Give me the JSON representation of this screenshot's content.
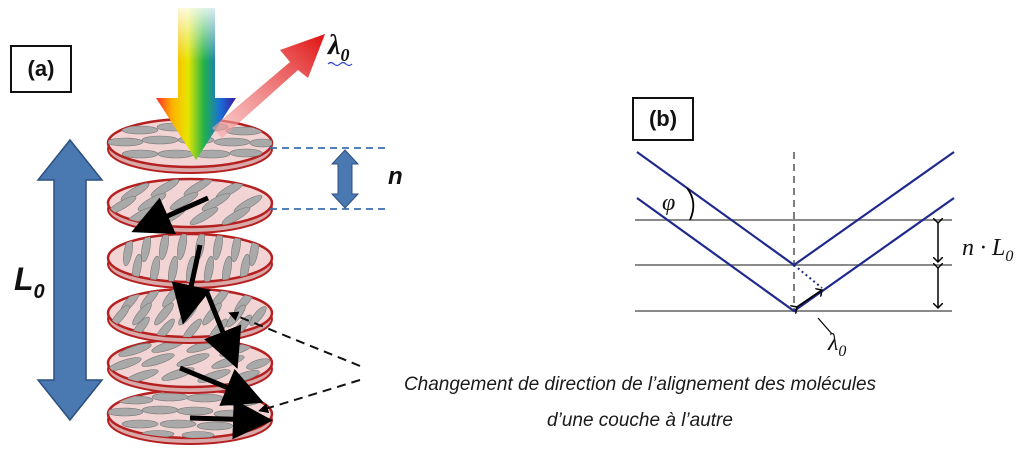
{
  "panel_a": {
    "label": "(a)",
    "lambda_label": "λ",
    "lambda_subscript": "0",
    "n_label": "n",
    "L_label": "L",
    "L_subscript": "0",
    "caption_line1": "Changement de direction de l’alignement des molécules",
    "caption_line2": "d’une couche à l’autre"
  },
  "panel_b": {
    "label": "(b)",
    "phi_label": "φ",
    "nL_label": "n · L",
    "nL_subscript": "0",
    "lambda_label": "λ",
    "lambda_subscript": "0"
  },
  "colors": {
    "disk_fill": "#f2d4d4",
    "disk_edge": "#b52020",
    "molecule": "#a9a9a9",
    "double_arrow": "#4a78b0",
    "dashed_blue": "#3c6fb0",
    "reflect_red": "#e01010",
    "ray_blue": "#1f2a8c",
    "layer_gray": "#8a8a8a"
  }
}
